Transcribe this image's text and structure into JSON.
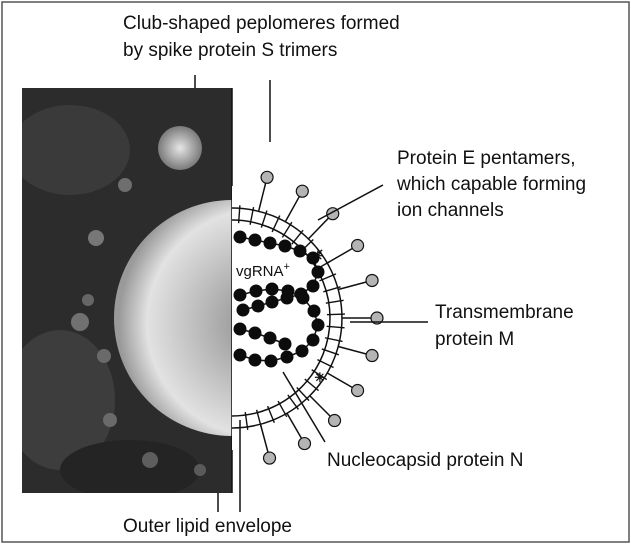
{
  "labels": {
    "spike_line1": "Club-shaped peplomeres formed",
    "spike_line2": "by spike protein S trimers",
    "protein_e_line1": "Protein E pentamers,",
    "protein_e_line2": "which capable forming",
    "protein_e_line3": "ion channels",
    "protein_m_line1": "Transmembrane",
    "protein_m_line2": "protein M",
    "nucleocapsid": "Nucleocapsid protein N",
    "envelope": "Outer lipid envelope",
    "vgrna": "vgRNA",
    "vgrna_sup": "+"
  },
  "colors": {
    "frame": "#555555",
    "photo_dark": "#2a2a2a",
    "virion_light": "#d8d8d8",
    "spike_head": "#b4b4b4",
    "nucleocapsid_bead": "#0c0c0c",
    "line": "#111111"
  }
}
